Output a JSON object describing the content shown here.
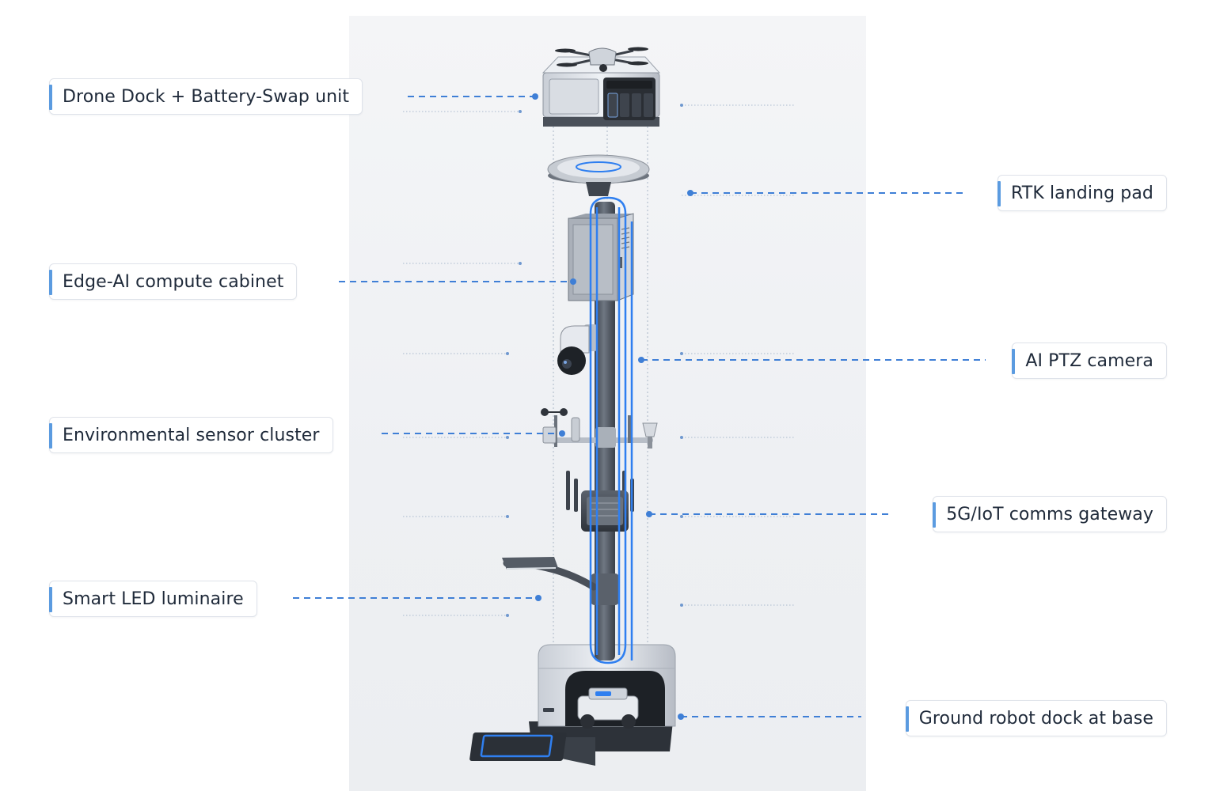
{
  "labels": {
    "drone_dock": "Drone Dock + Battery-Swap unit",
    "rtk_pad": "RTK landing pad",
    "edge_ai": "Edge-AI compute cabinet",
    "ptz_camera": "AI PTZ camera",
    "env_sensor": "Environmental sensor cluster",
    "comms_gateway": "5G/IoT comms gateway",
    "led_luminaire": "Smart LED luminaire",
    "robot_dock": "Ground robot dock at base"
  },
  "colors": {
    "accent": "#5b9be0",
    "leader": "#3f7fd6",
    "highlight": "#2f7ff0",
    "label_text": "#1f2a3a",
    "label_border": "#dfe3ea"
  },
  "icons": [
    "drone-icon",
    "robot-icon",
    "camera-icon",
    "antenna-icon"
  ]
}
